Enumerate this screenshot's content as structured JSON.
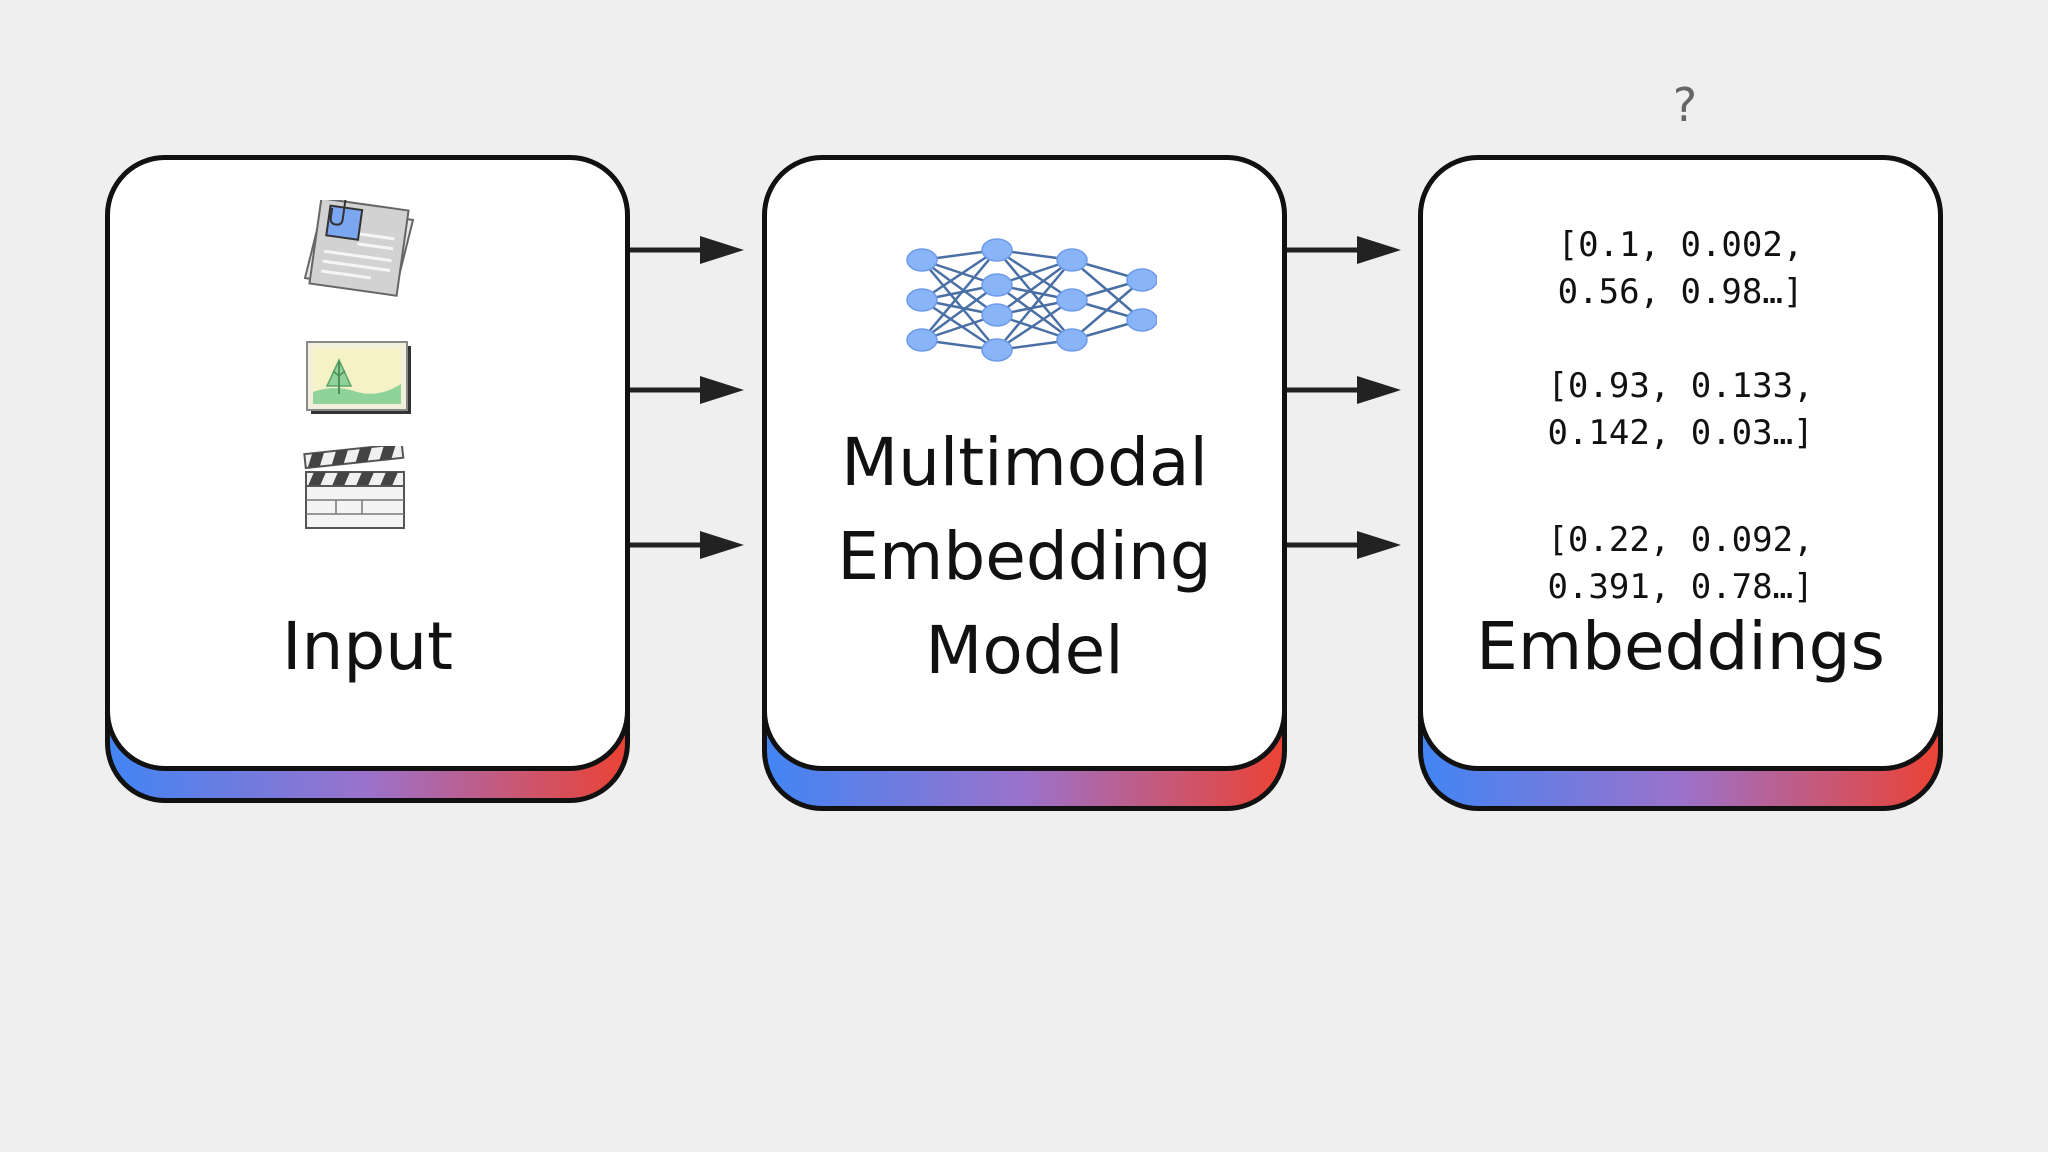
{
  "question_mark": "?",
  "input_box": {
    "label": "Input",
    "icons": [
      "document-icon",
      "image-icon",
      "video-clapperboard-icon"
    ]
  },
  "model_box": {
    "label_lines": [
      "Multimodal",
      "Embedding",
      "Model"
    ],
    "icon": "neural-network-icon"
  },
  "embeddings_box": {
    "label": "Embeddings",
    "vectors": [
      {
        "line1": "[0.1, 0.002,",
        "line2": "0.56, 0.98…]"
      },
      {
        "line1": "[0.93, 0.133,",
        "line2": "0.142, 0.03…]"
      },
      {
        "line1": "[0.22, 0.092,",
        "line2": "0.391, 0.78…]"
      }
    ]
  },
  "colors": {
    "background": "#efefef",
    "gradient_start": "#4285f4",
    "gradient_mid": "#9b72cb",
    "gradient_end": "#ea4335",
    "network_node": "#8ab4f8",
    "network_edge": "#4a6fa5"
  }
}
